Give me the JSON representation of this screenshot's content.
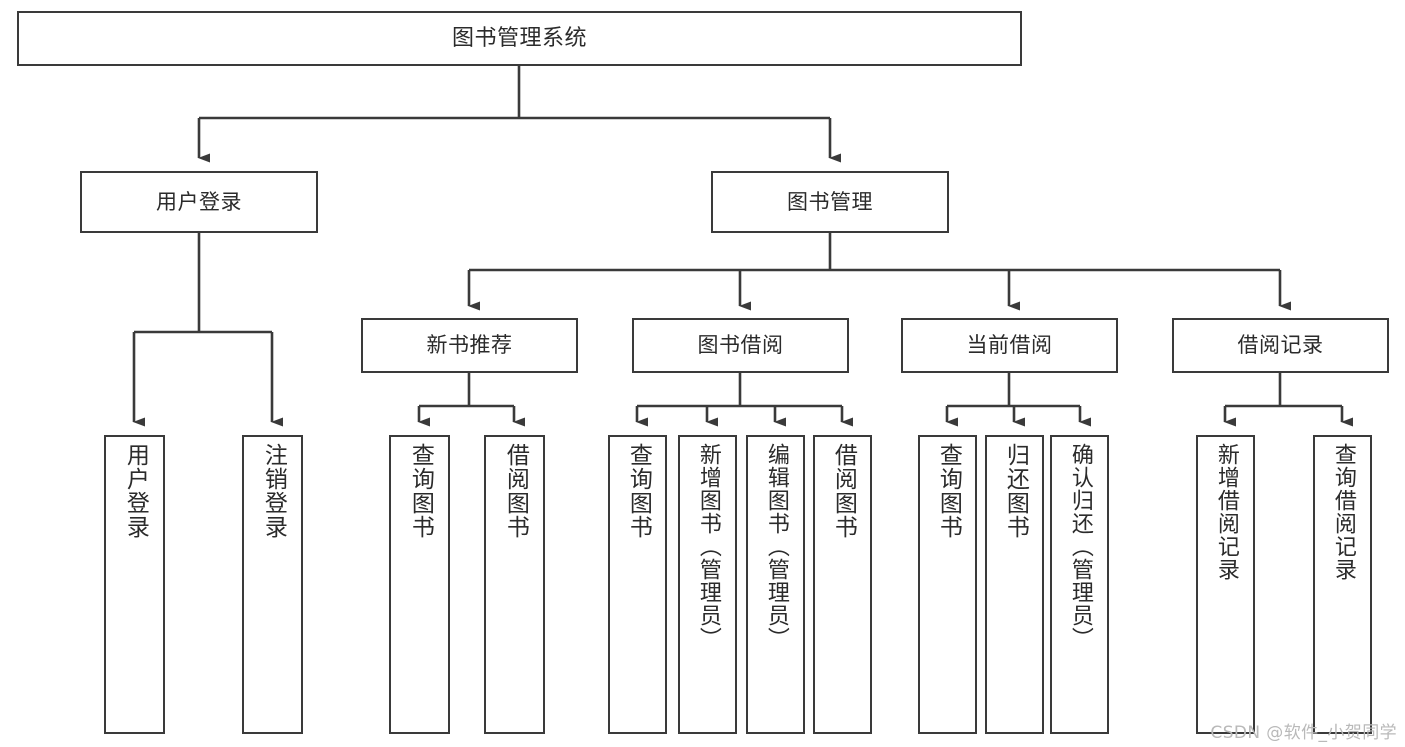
{
  "diagram": {
    "title": "图书管理系统",
    "type": "功能结构图",
    "style": {
      "box_border_color": "#3a3a3a",
      "box_fill_color": "#ffffff",
      "edge_color": "#3a3a3a",
      "text_color": "#2b2b2b",
      "background_color": "#ffffff",
      "watermark_color": "#b9b9b9"
    },
    "watermark": "CSDN @软件_小贺同学",
    "nodes": {
      "root": {
        "label": "图书管理系统"
      },
      "level1": [
        {
          "id": "user-login",
          "label": "用户登录"
        },
        {
          "id": "book-manage",
          "label": "图书管理"
        }
      ],
      "level2": [
        {
          "id": "new-book-recommend",
          "label": "新书推荐",
          "parent": "book-manage"
        },
        {
          "id": "book-borrow",
          "label": "图书借阅",
          "parent": "book-manage"
        },
        {
          "id": "current-borrow",
          "label": "当前借阅",
          "parent": "book-manage"
        },
        {
          "id": "borrow-record",
          "label": "借阅记录",
          "parent": "book-manage"
        }
      ],
      "leaves": {
        "user-login": [
          {
            "id": "leaf-user-login",
            "label": "用户登录"
          },
          {
            "id": "leaf-logout-login",
            "label": "注销登录"
          }
        ],
        "new-book-recommend": [
          {
            "id": "leaf-query-book-1",
            "label": "查询图书"
          },
          {
            "id": "leaf-borrow-book-1",
            "label": "借阅图书"
          }
        ],
        "book-borrow": [
          {
            "id": "leaf-query-book-2",
            "label": "查询图书"
          },
          {
            "id": "leaf-add-book",
            "label": "新增图书（管理员）"
          },
          {
            "id": "leaf-edit-book",
            "label": "编辑图书（管理员）"
          },
          {
            "id": "leaf-borrow-book-2",
            "label": "借阅图书"
          }
        ],
        "current-borrow": [
          {
            "id": "leaf-query-book-3",
            "label": "查询图书"
          },
          {
            "id": "leaf-return-book",
            "label": "归还图书"
          },
          {
            "id": "leaf-confirm-return",
            "label": "确认归还（管理员）"
          }
        ],
        "borrow-record": [
          {
            "id": "leaf-add-record",
            "label": "新增借阅记录"
          },
          {
            "id": "leaf-query-record",
            "label": "查询借阅记录"
          }
        ]
      }
    }
  }
}
